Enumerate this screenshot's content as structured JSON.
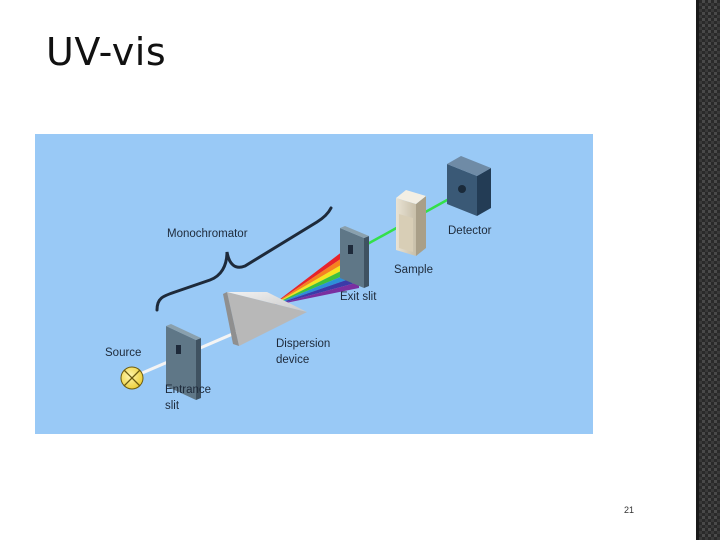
{
  "slide": {
    "title": "UV-vis",
    "page_number": "21"
  },
  "diagram": {
    "labels": {
      "monochromator": "Monochromator",
      "source": "Source",
      "entrance_slit_line1": "Entrance",
      "entrance_slit_line2": "slit",
      "dispersion_line1": "Dispersion",
      "dispersion_line2": "device",
      "exit_slit": "Exit slit",
      "sample": "Sample",
      "detector": "Detector"
    },
    "colors": {
      "background": "#99c9f6",
      "white_beam": "#f4f4f4",
      "green_beam": "#33e04a",
      "slit_plate": "#5f7787"
    },
    "spectrum_colors": [
      "#e8232a",
      "#f7821f",
      "#f5e51f",
      "#3ec13c",
      "#2c8fd8",
      "#3b3aa8",
      "#7a2fa0"
    ]
  }
}
